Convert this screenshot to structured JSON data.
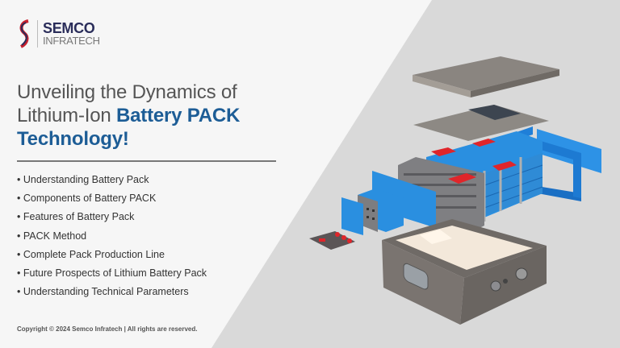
{
  "brand": {
    "name": "SEMCO",
    "sub": "INFRATECH"
  },
  "title": {
    "line1": "Unveiling the Dynamics of",
    "line2_plain": "Lithium-Ion ",
    "line2_bold": "Battery PACK",
    "line3": "Technology!"
  },
  "bullets": [
    "Understanding Battery Pack",
    "Components of Battery PACK",
    "Features of Battery Pack",
    "PACK Method",
    "Complete Pack Production Line",
    "Future Prospects of Lithium Battery Pack",
    "Understanding Technical Parameters"
  ],
  "footer": {
    "copyright": "Copyright © 2024 Semco Infratech | All rights are reserved."
  },
  "colors": {
    "accent": "#1d5d96",
    "brand_navy": "#2a2d5a",
    "brand_red": "#c8202f",
    "cell_blue": "#2a8fe0",
    "panel_gray": "#d9d9d9"
  }
}
